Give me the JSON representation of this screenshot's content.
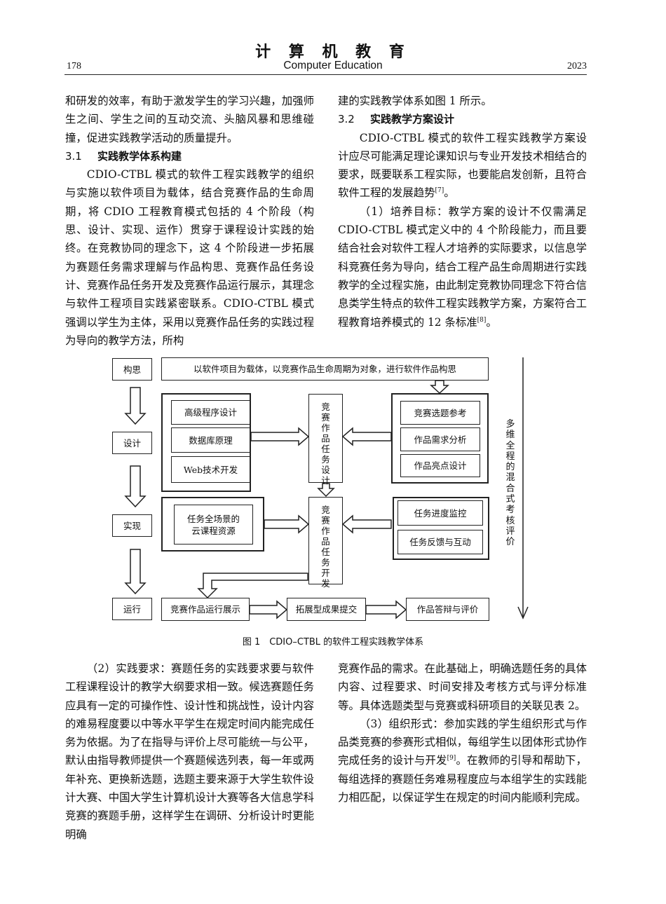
{
  "header": {
    "journal_cn": "计 算 机 教 育",
    "journal_en": "Computer Education",
    "page_number": "178",
    "year": "2023"
  },
  "left_column_top": {
    "para1": "和研发的效率，有助于激发学生的学习兴趣，加强师生之间、学生之间的互动交流、头脑风暴和思维碰撞，促进实践教学活动的质量提升。",
    "sec31_num": "3.1",
    "sec31_title": "实践教学体系构建",
    "para2": "CDIO-CTBL 模式的软件工程实践教学的组织与实施以软件项目为载体，结合竞赛作品的生命周期，将 CDIO 工程教育模式包括的 4 个阶段（构思、设计、实现、运作）贯穿于课程设计实践的始终。在竞教协同的理念下，这 4 个阶段进一步拓展为赛题任务需求理解与作品构思、竞赛作品任务设计、竞赛作品任务开发及竞赛作品运行展示，其理念与软件工程项目实践紧密联系。CDIO-CTBL 模式强调以学生为主体，采用以竞赛作品任务的实践过程为导向的教学方法，所构"
  },
  "right_column_top": {
    "para1": "建的实践教学体系如图 1 所示。",
    "sec32_num": "3.2",
    "sec32_title": "实践教学方案设计",
    "para2": "CDIO-CTBL 模式的软件工程实践教学方案设计应尽可能满足理论课知识与专业开发技术相结合的要求，既要联系工程实际，也要能启发创新，且符合软件工程的发展趋势",
    "para2_ref": "[7]",
    "para2_end": "。",
    "para3": "（1）培养目标：教学方案的设计不仅需满足 CDIO-CTBL 模式定义中的 4 个阶段能力，而且要结合社会对软件工程人才培养的实际要求，以信息学科竞赛任务为导向，结合工程产品生命周期进行实践教学的全过程实施，由此制定竞教协同理念下符合信息类学生特点的软件工程实践教学方案，方案符合工程教育培养模式的 12 条标准",
    "para3_ref": "[8]",
    "para3_end": "。"
  },
  "figure": {
    "stage_conceive": "构思",
    "stage_design": "设计",
    "stage_implement": "实现",
    "stage_operate": "运行",
    "conceive_desc": "以软件项目为载体，以竞赛作品生命周期为对象，进行软件作品构思",
    "course1": "高级程序设计",
    "course2": "数据库原理",
    "course3": "Web技术开发",
    "task_design_chars": [
      "竞",
      "赛",
      "作",
      "品",
      "任",
      "务",
      "设",
      "计"
    ],
    "design_right1": "竞赛选题参考",
    "design_right2": "作品需求分析",
    "design_right3": "作品亮点设计",
    "resource_line1": "任务全场景的",
    "resource_line2": "云课程资源",
    "task_dev_chars": [
      "竞",
      "赛",
      "作",
      "品",
      "任",
      "务",
      "开",
      "发"
    ],
    "impl_right1": "任务进度监控",
    "impl_right2": "任务反馈与互动",
    "op1": "竞赛作品运行展示",
    "op2": "拓展型成果提交",
    "op3": "作品答辩与评价",
    "side_label_chars": [
      "多",
      "维",
      "全",
      "程",
      "的",
      "混",
      "合",
      "式",
      "考",
      "核",
      "评",
      "价"
    ],
    "caption": "图 1　CDIO–CTBL 的软件工程实践教学体系"
  },
  "left_column_bottom": {
    "para1": "（2）实践要求：赛题任务的实践要求要与软件工程课程设计的教学大纲要求相一致。候选赛题任务应具有一定的可操作性、设计性和挑战性，设计内容的难易程度要以中等水平学生在规定时间内能完成任务为依据。为了在指导与评价上尽可能统一与公平，默认由指导教师提供一个赛题候选列表，每一年或两年补充、更换新选题，选题主要来源于大学生软件设计大赛、中国大学生计算机设计大赛等各大信息学科竞赛的赛题手册，这样学生在调研、分析设计时更能明确"
  },
  "right_column_bottom": {
    "para1": "竞赛作品的需求。在此基础上，明确选题任务的具体内容、过程要求、时间安排及考核方式与评分标准等。具体选题类型与竞赛或科研项目的关联见表 2。",
    "para2": "（3）组织形式：参加实践的学生组织形式与作品类竞赛的参赛形式相似，每组学生以团体形式协作完成任务的设计与开发",
    "para2_ref": "[9]",
    "para2_end": "。在教师的引导和帮助下，每组选择的赛题任务难易程度应与本组学生的实践能力相匹配，以保证学生在规定的时间内能顺利完成。"
  }
}
